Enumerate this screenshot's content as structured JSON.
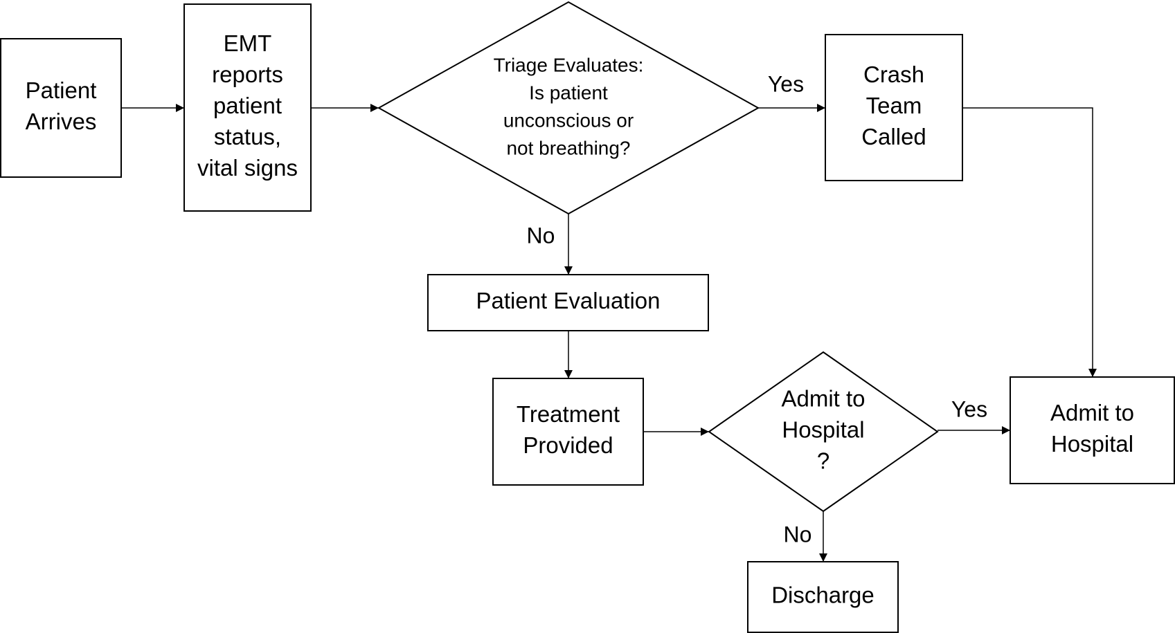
{
  "colors": {
    "background": "#ffffff",
    "stroke": "#000000",
    "text": "#000000"
  },
  "nodes": {
    "patient_arrives": {
      "shape": "rectangle",
      "lines": [
        "Patient",
        "Arrives"
      ]
    },
    "emt_reports": {
      "shape": "rectangle",
      "lines": [
        "EMT",
        "reports",
        "patient",
        "status,",
        "vital signs"
      ]
    },
    "triage": {
      "shape": "diamond",
      "lines": [
        "Triage Evaluates:",
        "Is patient",
        "unconscious or",
        "not breathing?"
      ]
    },
    "crash_team": {
      "shape": "rectangle",
      "lines": [
        "Crash",
        "Team",
        "Called"
      ]
    },
    "patient_evaluation": {
      "shape": "rectangle",
      "lines": [
        "Patient Evaluation"
      ]
    },
    "treatment_provided": {
      "shape": "rectangle",
      "lines": [
        "Treatment",
        "Provided"
      ]
    },
    "admit_decision": {
      "shape": "diamond",
      "lines": [
        "Admit to",
        "Hospital",
        "?"
      ]
    },
    "admit_to_hospital": {
      "shape": "rectangle",
      "lines": [
        "Admit to",
        "Hospital"
      ]
    },
    "discharge": {
      "shape": "rectangle",
      "lines": [
        "Discharge"
      ]
    }
  },
  "edges": [
    {
      "from": "patient_arrives",
      "to": "emt_reports",
      "label": ""
    },
    {
      "from": "emt_reports",
      "to": "triage",
      "label": ""
    },
    {
      "from": "triage",
      "to": "crash_team",
      "label": "Yes"
    },
    {
      "from": "triage",
      "to": "patient_evaluation",
      "label": "No"
    },
    {
      "from": "crash_team",
      "to": "admit_to_hospital",
      "label": ""
    },
    {
      "from": "patient_evaluation",
      "to": "treatment_provided",
      "label": ""
    },
    {
      "from": "treatment_provided",
      "to": "admit_decision",
      "label": ""
    },
    {
      "from": "admit_decision",
      "to": "admit_to_hospital",
      "label": "Yes"
    },
    {
      "from": "admit_decision",
      "to": "discharge",
      "label": "No"
    }
  ]
}
